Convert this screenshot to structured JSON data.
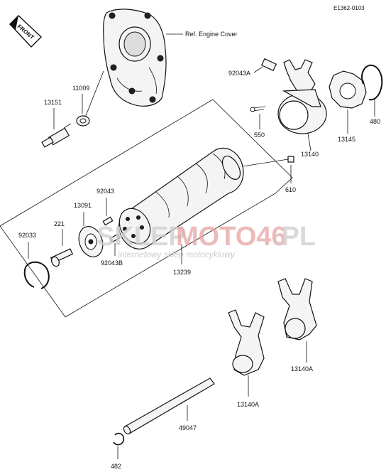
{
  "diagram_code": "E1362-0103",
  "front_label": "FRONT",
  "watermark": {
    "grey_text": "SKLEP",
    "red_text": "MOTO46",
    "suffix": ".PL",
    "tagline": "internetowy sklep motocyklowy"
  },
  "labels": {
    "ref_engine_cover": "Ref. Engine Cover",
    "p13151": "13151",
    "p11009": "11009",
    "p92043A": "92043A",
    "p550": "550",
    "p13140": "13140",
    "p13145": "13145",
    "p480": "480",
    "p610": "610",
    "p92043": "92043",
    "p13091": "13091",
    "p221": "221",
    "p92033": "92033",
    "p92043B": "92043B",
    "p13239": "13239",
    "p13140A_right": "13140A",
    "p13140A_left": "13140A",
    "p49047": "49047",
    "p482": "482"
  }
}
